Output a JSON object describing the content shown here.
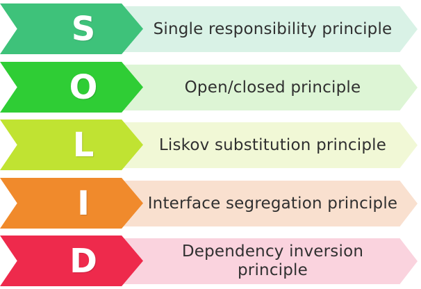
{
  "rows": [
    {
      "letter": "S",
      "text": "Single responsibility principle",
      "chevron_color": "#3ec27a",
      "banner_color": "#d9f2e6"
    },
    {
      "letter": "O",
      "text": "Open/closed principle",
      "chevron_color": "#2fcd35",
      "banner_color": "#ddf5d5"
    },
    {
      "letter": "L",
      "text": "Liskov substitution principle",
      "chevron_color": "#c0e332",
      "banner_color": "#f1f8d6"
    },
    {
      "letter": "I",
      "text": "Interface segregation principle",
      "chevron_color": "#f08a2c",
      "banner_color": "#f9e0cf"
    },
    {
      "letter": "D",
      "text": "Dependency inversion principle",
      "chevron_color": "#ee2a4c",
      "banner_color": "#fad3de"
    }
  ]
}
